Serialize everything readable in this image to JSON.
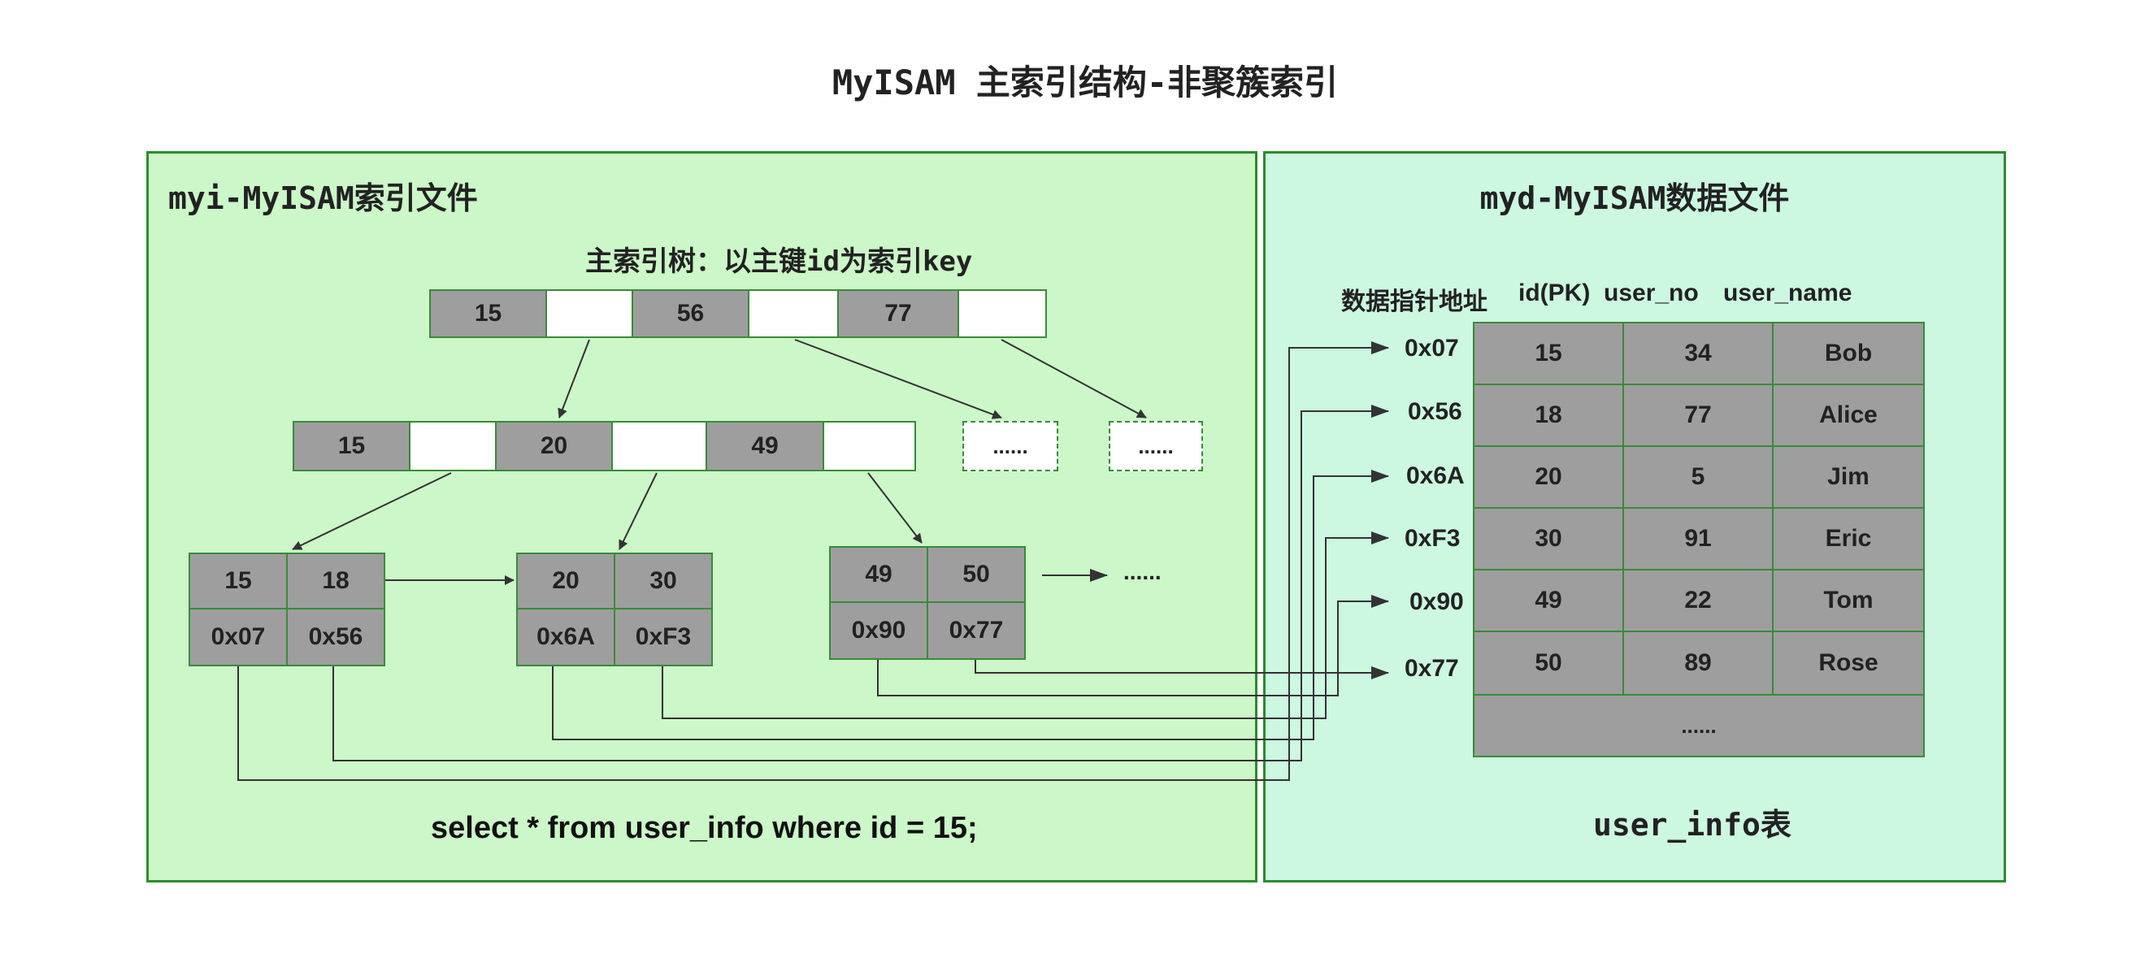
{
  "title": "MyISAM 主索引结构-非聚簇索引",
  "index_file": {
    "title": "myi-MyISAM索引文件",
    "tree_title": "主索引树：以主键id为索引key",
    "root": [
      "15",
      "56",
      "77"
    ],
    "level1": [
      "15",
      "20",
      "49"
    ],
    "ellipsis_nodes": [
      "......",
      "......"
    ],
    "leaves": [
      {
        "keys": [
          "15",
          "18"
        ],
        "ptrs": [
          "0x07",
          "0x56"
        ]
      },
      {
        "keys": [
          "20",
          "30"
        ],
        "ptrs": [
          "0x6A",
          "0xF3"
        ]
      },
      {
        "keys": [
          "49",
          "50"
        ],
        "ptrs": [
          "0x90",
          "0x77"
        ]
      }
    ],
    "leaf_more": "......",
    "query": "select  * from user_info  where id = 15;"
  },
  "data_file": {
    "title": "myd-MyISAM数据文件",
    "col_pointer": "数据指针地址",
    "columns": [
      "id(PK)",
      "user_no",
      "user_name"
    ],
    "rows": [
      {
        "addr": "0x07",
        "cells": [
          "15",
          "34",
          "Bob"
        ]
      },
      {
        "addr": "0x56",
        "cells": [
          "18",
          "77",
          "Alice"
        ]
      },
      {
        "addr": "0x6A",
        "cells": [
          "20",
          "5",
          "Jim"
        ]
      },
      {
        "addr": "0xF3",
        "cells": [
          "30",
          "91",
          "Eric"
        ]
      },
      {
        "addr": "0x90",
        "cells": [
          "49",
          "22",
          "Tom"
        ]
      },
      {
        "addr": "0x77",
        "cells": [
          "50",
          "89",
          "Rose"
        ]
      }
    ],
    "more": "......",
    "caption": "user_info表"
  },
  "colors": {
    "index_panel_bg": "#ccf7c8",
    "data_panel_bg": "#ccf7e0",
    "border": "#2e8b2e",
    "cell_grey": "#9e9e9e"
  }
}
